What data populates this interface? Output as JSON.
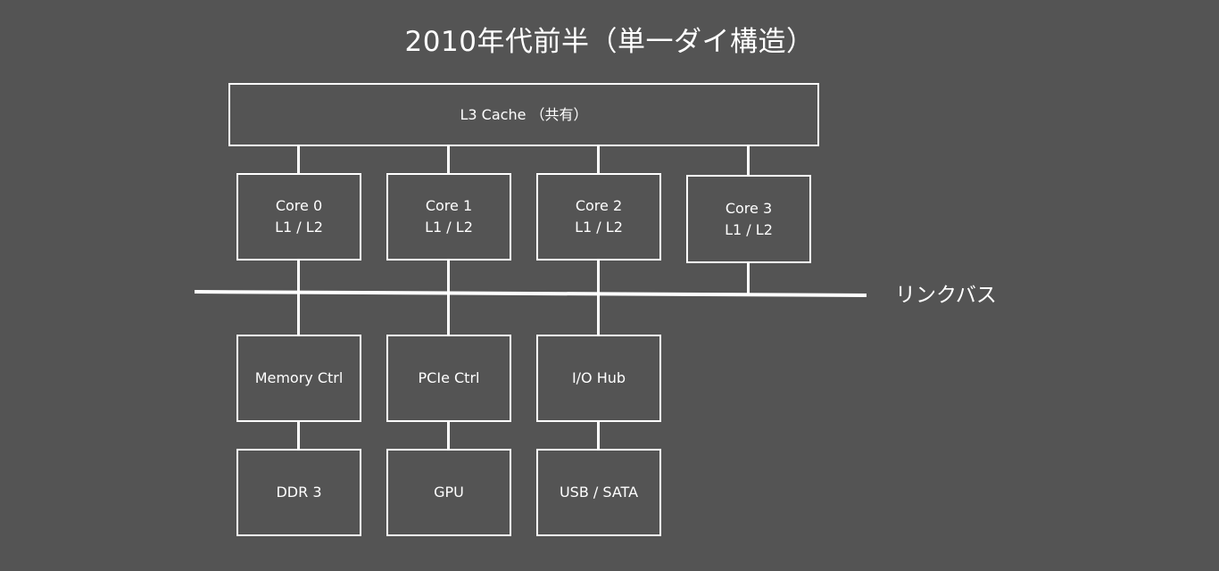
{
  "title": "2010年代前半（単一ダイ構造）",
  "l3_cache": {
    "label": "L3 Cache （共有）"
  },
  "cores": [
    {
      "name": "Core 0",
      "cache": "L1 / L2"
    },
    {
      "name": "Core 1",
      "cache": "L1 / L2"
    },
    {
      "name": "Core 2",
      "cache": "L1 / L2"
    },
    {
      "name": "Core 3",
      "cache": "L1 / L2"
    }
  ],
  "bus": {
    "label": "リンクバス"
  },
  "controllers": [
    {
      "label": "Memory Ctrl"
    },
    {
      "label": "PCIe Ctrl"
    },
    {
      "label": "I/O Hub"
    }
  ],
  "devices": [
    {
      "label": "DDR 3"
    },
    {
      "label": "GPU"
    },
    {
      "label": "USB / SATA"
    }
  ],
  "colors": {
    "background": "#545454",
    "foreground": "#ffffff"
  }
}
